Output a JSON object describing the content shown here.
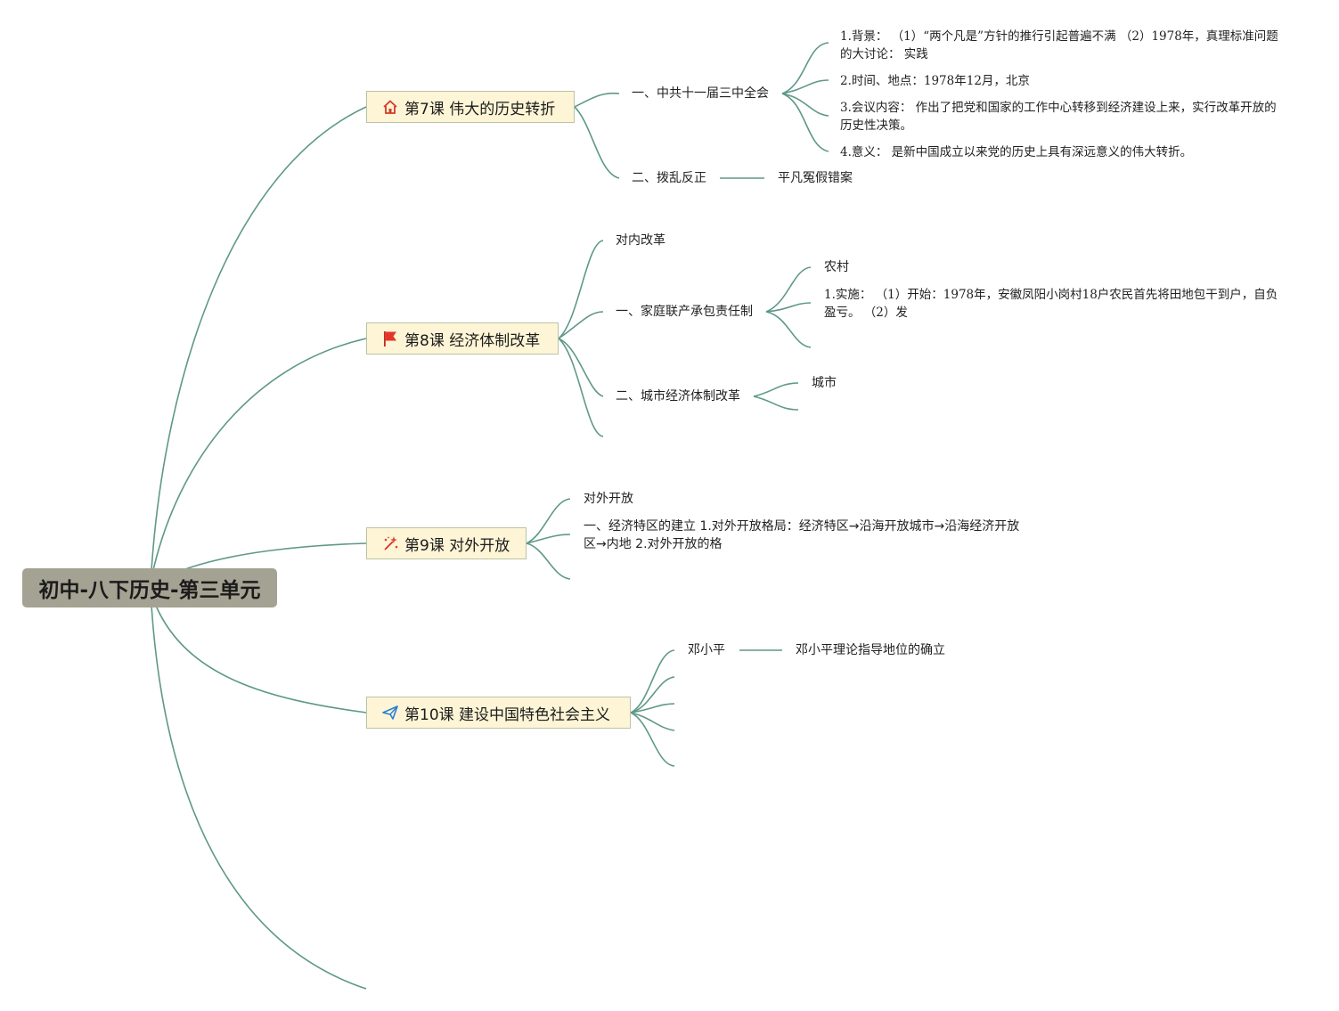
{
  "root": {
    "title": "初中-八下历史-第三单元"
  },
  "lessons": [
    {
      "title": "第7课 伟大的历史转折",
      "icon": "house-icon",
      "topics": [
        {
          "label": "一、中共十一届三中全会",
          "details": [
            "1.背景： （1）“两个凡是”方针的推行引起普遍不满 （2）1978年，真理标准问题的大讨论： 实践",
            "2.时间、地点：1978年12月，北京",
            "3.会议内容： 作出了把党和国家的工作中心转移到经济建设上来，实行改革开放的历史性决策。",
            "4.意义： 是新中国成立以来党的历史上具有深远意义的伟大转折。"
          ]
        },
        {
          "label": "二、拨乱反正",
          "details": [
            "平凡冤假错案"
          ]
        }
      ]
    },
    {
      "title": "第8课 经济体制改革",
      "icon": "red-flag-icon",
      "topics": [
        {
          "label": "对内改革",
          "details": []
        },
        {
          "label": "一、家庭联产承包责任制",
          "details": [
            "农村",
            "1.实施： （1）开始：1978年，安徽凤阳小岗村18户农民首先将田地包干到户，自负盈亏。 （2）发"
          ]
        },
        {
          "label": "二、城市经济体制改革",
          "details": [
            "城市"
          ]
        }
      ]
    },
    {
      "title": "第9课 对外开放",
      "icon": "sparkle-wand-icon",
      "topics": [
        {
          "label": "对外开放",
          "details": []
        },
        {
          "label": "一、经济特区的建立 1.对外开放格局：经济特区→沿海开放城市→沿海经济开放区→内地 2.对外开放的格",
          "details": []
        }
      ]
    },
    {
      "title": "第10课 建设中国特色社会主义",
      "icon": "paper-plane-icon",
      "topics": [
        {
          "label": "邓小平",
          "details": [
            "邓小平理论指导地位的确立"
          ]
        }
      ]
    }
  ],
  "colors": {
    "connector": "#5e9888",
    "root_fill": "#a4a292",
    "lesson_fill": "#fdf5d6",
    "lesson_border": "#b9c4a4"
  }
}
